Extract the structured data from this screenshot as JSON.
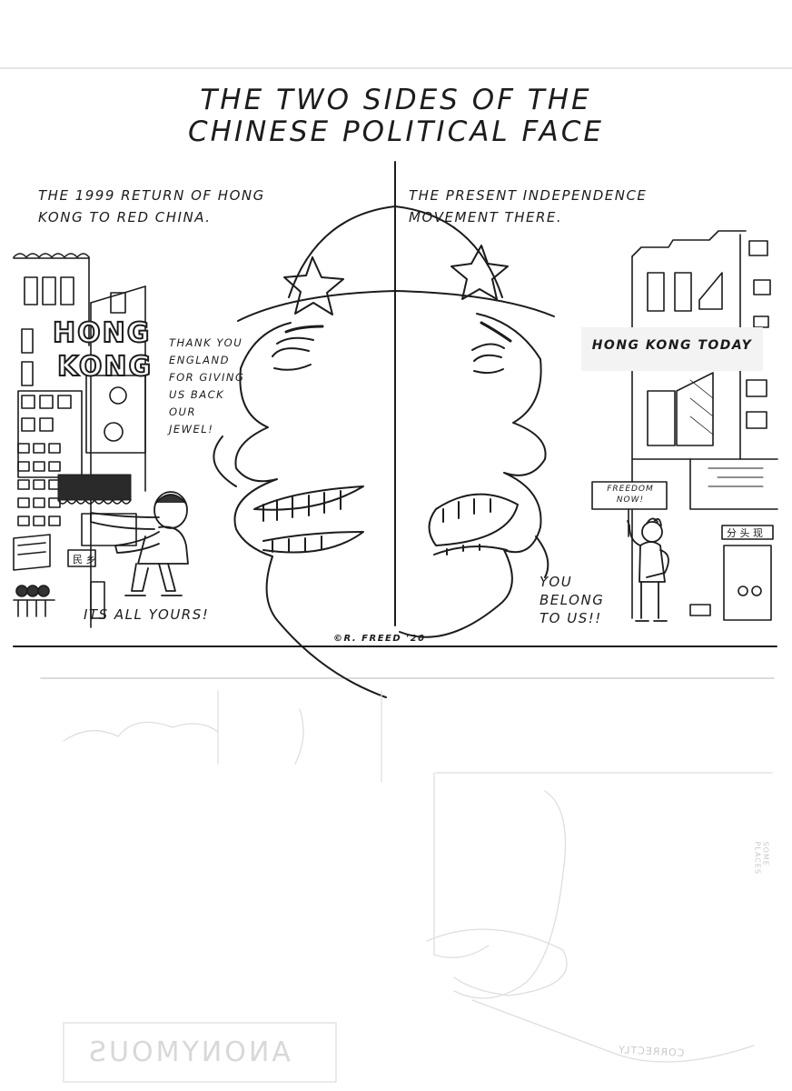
{
  "title": {
    "line1": "THE TWO SIDES OF THE",
    "line2": "CHINESE POLITICAL FACE"
  },
  "left_panel": {
    "caption": "THE 1999 RETURN OF HONG\nKONG TO RED CHINA.",
    "sign_line1": "HONG",
    "sign_line2": "KONG",
    "speech": "THANK YOU\nENGLAND\nFOR GIVING\nUS BACK\nOUR\nJEWEL!",
    "speech_bottom": "ITS ALL YOURS!"
  },
  "right_panel": {
    "caption": "THE PRESENT INDEPENDENCE\nMOVEMENT THERE.",
    "sign_text": "HONG KONG\nTODAY",
    "protest_sign": "FREEDOM\nNOW!",
    "speech": "YOU\nBELONG\nTO US!!"
  },
  "credit": "©R. FREED '20",
  "bleed_through": {
    "mirrored_word": "ANONYMOUS",
    "mirrored_small": "CORRECTLY",
    "vertical_text": "SOME PLACES"
  }
}
